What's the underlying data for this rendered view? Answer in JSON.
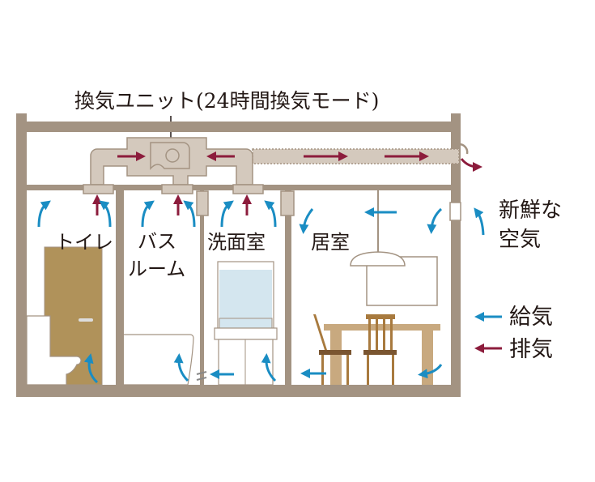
{
  "title": "換気ユニット(24時間換気モード)",
  "rooms": {
    "toilet": "トイレ",
    "bath_line1": "バス",
    "bath_line2": "ルーム",
    "washroom": "洗面室",
    "living": "居室"
  },
  "fresh_air": {
    "line1": "新鮮な",
    "line2": "空気"
  },
  "legend": [
    {
      "label": "給気",
      "color": "#1a8dc3"
    },
    {
      "label": "排気",
      "color": "#8c1c3c"
    }
  ],
  "colors": {
    "wall": "#a39382",
    "duct": "#d4c9bd",
    "supply": "#1a8dc3",
    "exhaust": "#8c1c3c",
    "door": "#b0925a"
  }
}
